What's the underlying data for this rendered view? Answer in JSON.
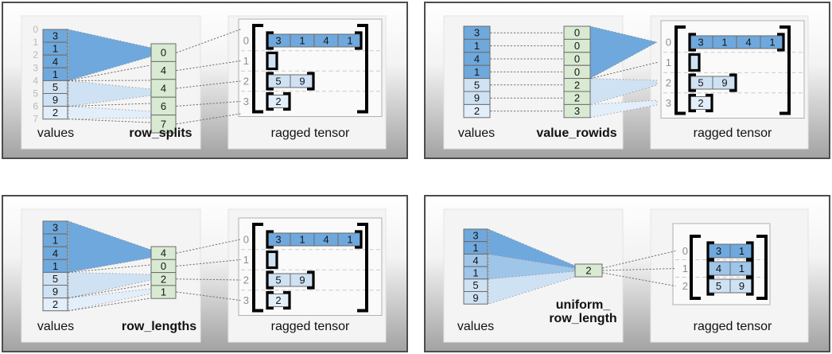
{
  "colors": {
    "dark_blue": "#6fa8dc",
    "medium_blue": "#9fc5e8",
    "light_blue": "#cfe2f3",
    "pale_blue": "#e2eefa",
    "green": "#d9ead3",
    "panel_border": "#4d4d4d",
    "box_gray": "#f4f4f4",
    "tensor_bg": "#fafafa"
  },
  "panels": [
    {
      "key": "row_splits",
      "values_label": "values",
      "param_label": "row_splits",
      "tensor_label": "ragged tensor",
      "values": [
        "3",
        "1",
        "4",
        "1",
        "5",
        "9",
        "2"
      ],
      "value_shades": [
        0,
        0,
        0,
        0,
        2,
        2,
        3
      ],
      "boundary_labels": [
        "0",
        "1",
        "2",
        "3",
        "4",
        "5",
        "6",
        "7"
      ],
      "param_cells": [
        "0",
        "4",
        "4",
        "6",
        "7"
      ],
      "tensor_rows": [
        {
          "label": "0",
          "cells": [
            "3",
            "1",
            "4",
            "1"
          ],
          "shade": 0
        },
        {
          "label": "1",
          "cells": [],
          "shade": 2
        },
        {
          "label": "2",
          "cells": [
            "5",
            "9"
          ],
          "shade": 2
        },
        {
          "label": "3",
          "cells": [
            "2"
          ],
          "shade": 3
        }
      ]
    },
    {
      "key": "value_rowids",
      "values_label": "values",
      "param_label": "value_rowids",
      "tensor_label": "ragged tensor",
      "values": [
        "3",
        "1",
        "4",
        "1",
        "5",
        "9",
        "2"
      ],
      "value_shades": [
        0,
        0,
        0,
        0,
        2,
        2,
        3
      ],
      "boundary_labels": [],
      "param_cells": [
        "0",
        "0",
        "0",
        "0",
        "2",
        "2",
        "3"
      ],
      "tensor_rows": [
        {
          "label": "0",
          "cells": [
            "3",
            "1",
            "4",
            "1"
          ],
          "shade": 0
        },
        {
          "label": "1",
          "cells": [],
          "shade": 2
        },
        {
          "label": "2",
          "cells": [
            "5",
            "9"
          ],
          "shade": 2
        },
        {
          "label": "3",
          "cells": [
            "2"
          ],
          "shade": 3
        }
      ]
    },
    {
      "key": "row_lengths",
      "values_label": "values",
      "param_label": "row_lengths",
      "tensor_label": "ragged tensor",
      "values": [
        "3",
        "1",
        "4",
        "1",
        "5",
        "9",
        "2"
      ],
      "value_shades": [
        0,
        0,
        0,
        0,
        2,
        2,
        3
      ],
      "boundary_labels": [],
      "param_cells": [
        "4",
        "0",
        "2",
        "1"
      ],
      "tensor_rows": [
        {
          "label": "0",
          "cells": [
            "3",
            "1",
            "4",
            "1"
          ],
          "shade": 0
        },
        {
          "label": "1",
          "cells": [],
          "shade": 2
        },
        {
          "label": "2",
          "cells": [
            "5",
            "9"
          ],
          "shade": 2
        },
        {
          "label": "3",
          "cells": [
            "2"
          ],
          "shade": 3
        }
      ]
    },
    {
      "key": "uniform_row_length",
      "values_label": "values",
      "param_label": "uniform_\nrow_length",
      "tensor_label": "ragged tensor",
      "values": [
        "3",
        "1",
        "4",
        "1",
        "5",
        "9"
      ],
      "value_shades": [
        0,
        0,
        1,
        1,
        2,
        2
      ],
      "boundary_labels": [],
      "param_cells": [
        "2"
      ],
      "tensor_rows": [
        {
          "label": "0",
          "cells": [
            "3",
            "1"
          ],
          "shade": 0
        },
        {
          "label": "1",
          "cells": [
            "4",
            "1"
          ],
          "shade": 1
        },
        {
          "label": "2",
          "cells": [
            "5",
            "9"
          ],
          "shade": 2
        }
      ]
    }
  ]
}
